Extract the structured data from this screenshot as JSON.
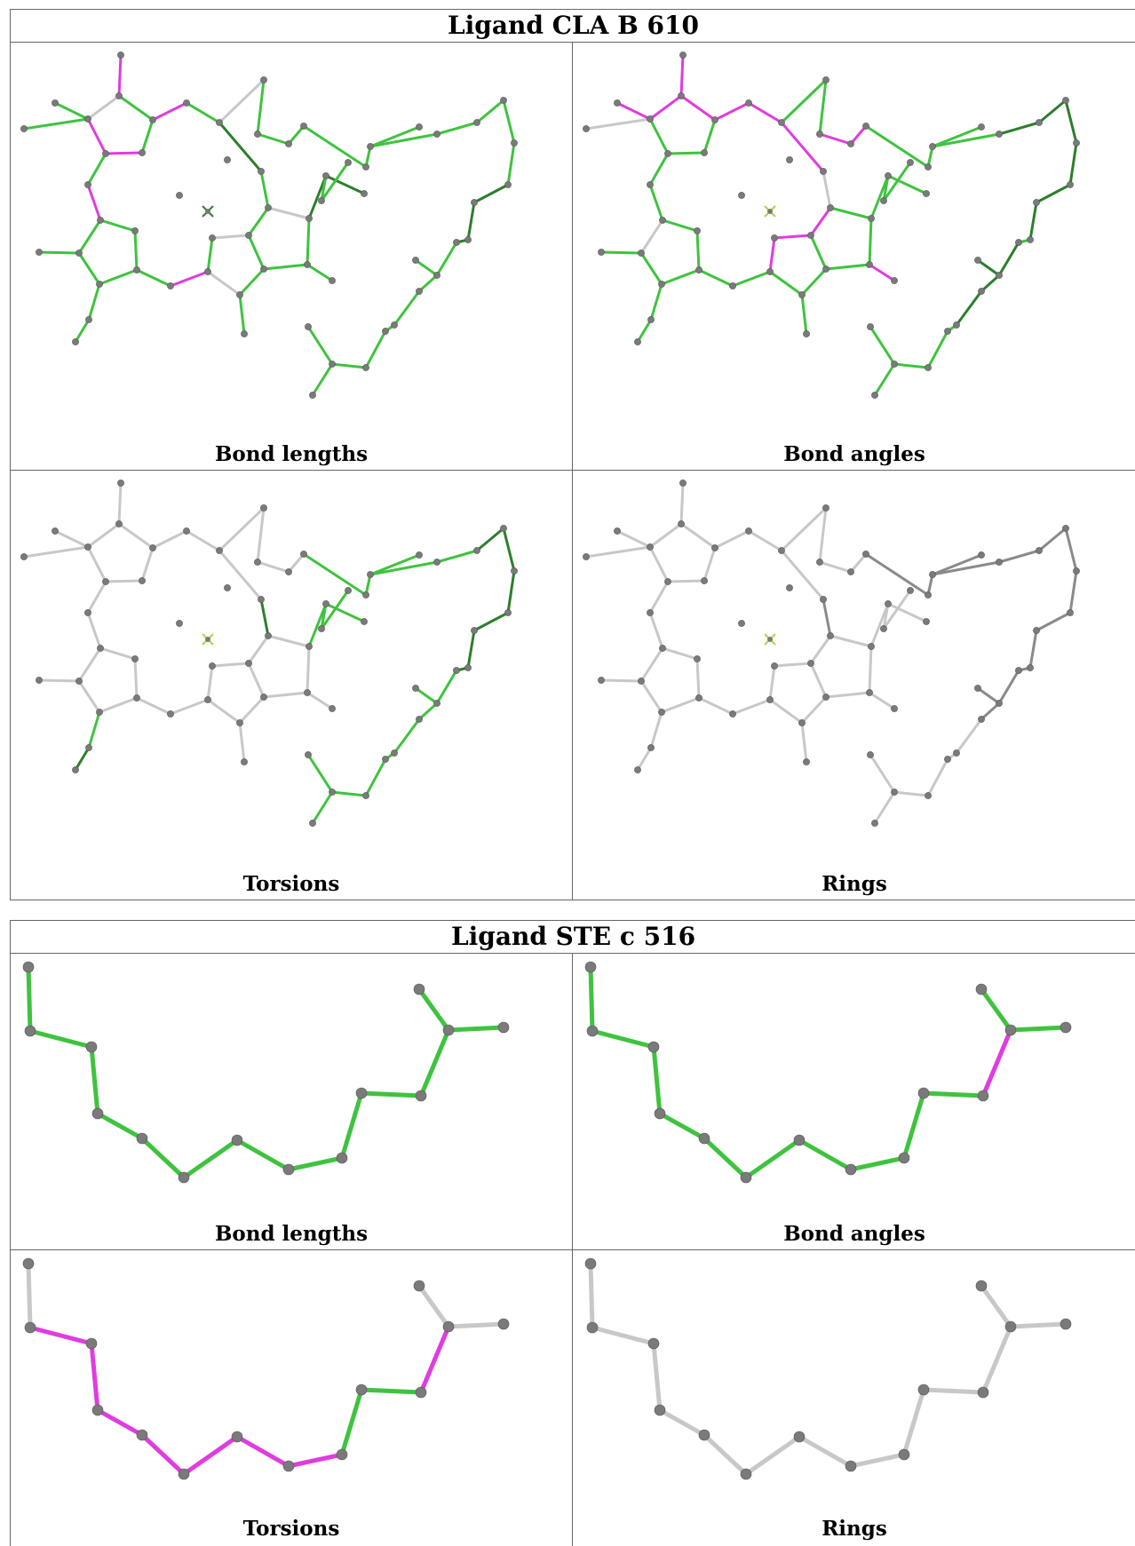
{
  "blocks": [
    {
      "title": "Ligand CLA B 610",
      "captions": [
        "Bond lengths",
        "Bond angles",
        "Torsions",
        "Rings"
      ],
      "panel_titles": [
        "Bond lengths",
        "Bond angles",
        "Torsions",
        "Rings"
      ]
    },
    {
      "title": "Ligand STE c 516",
      "captions": [
        "Bond lengths",
        "Bond angles",
        "Torsions",
        "Rings"
      ]
    }
  ],
  "colors": {
    "green": "#3fc33f",
    "dark_green": "#2c7f2c",
    "magenta": "#e03ce0",
    "grey_bond": "#c8c8c8",
    "dark_grey_bond": "#8a8a8a",
    "atom": "#7a7a7a"
  }
}
